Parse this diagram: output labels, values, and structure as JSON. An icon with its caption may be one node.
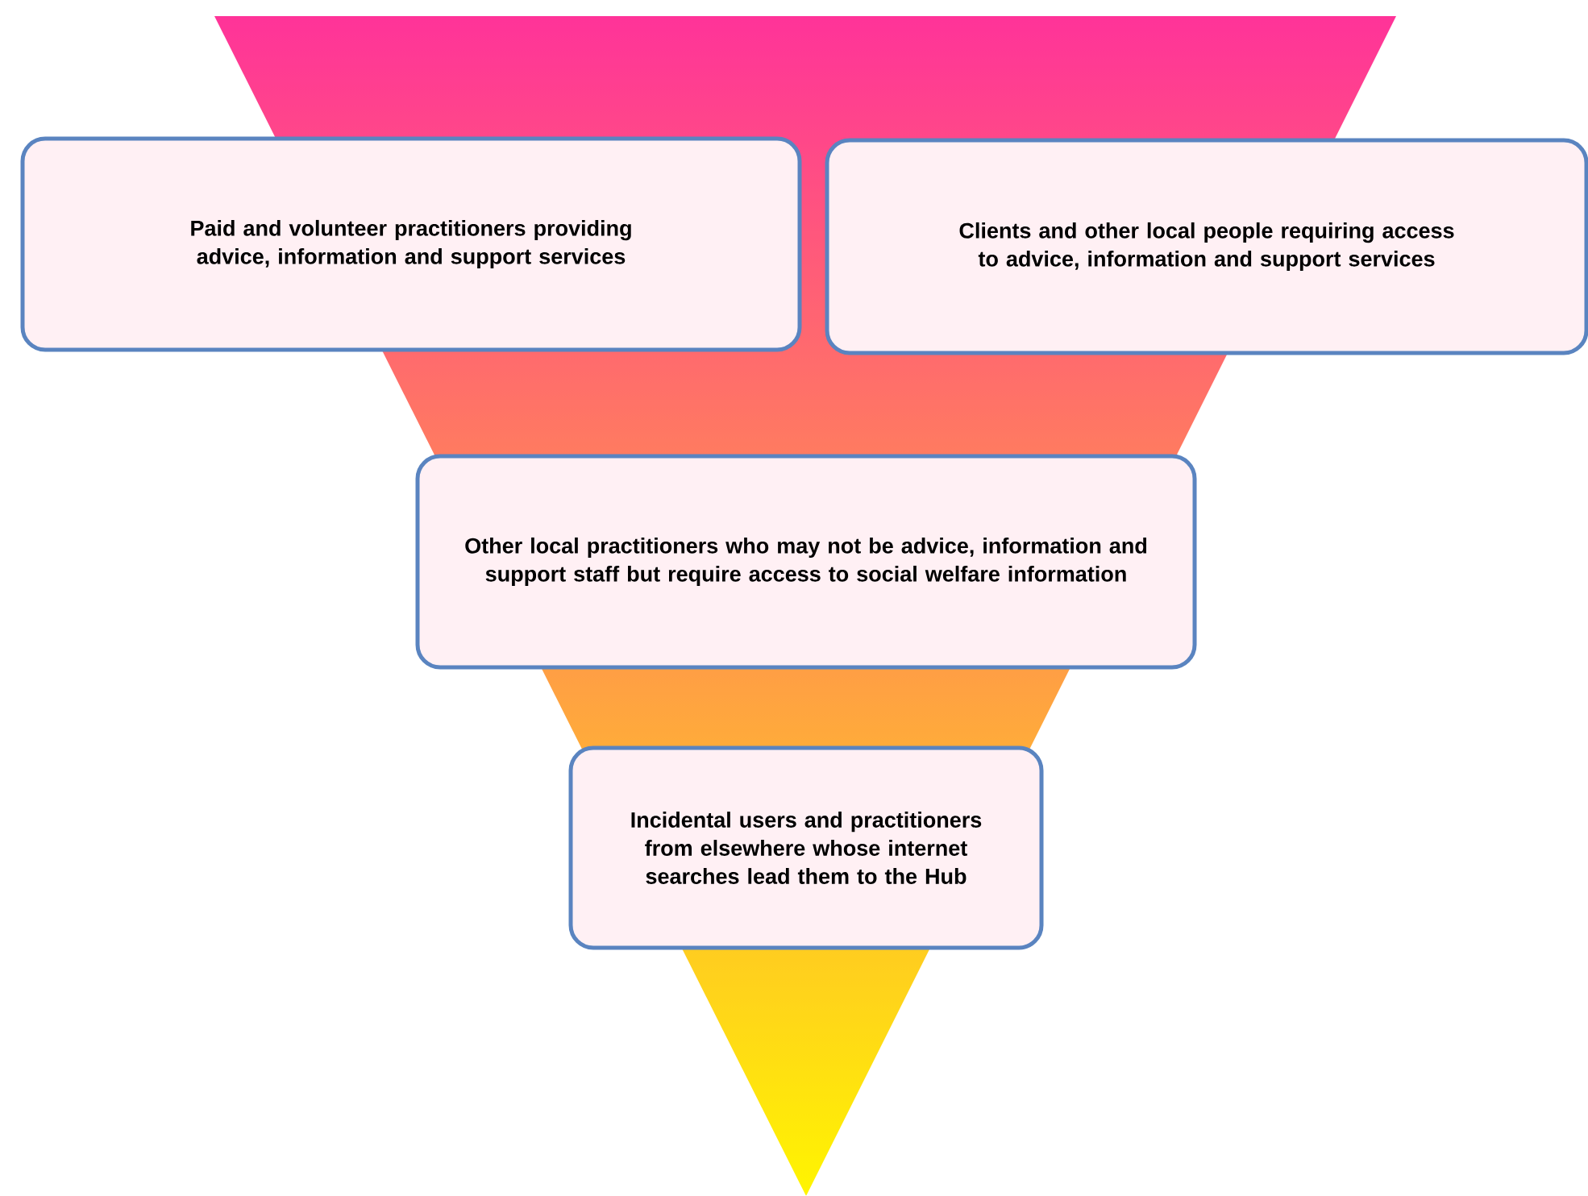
{
  "diagram": {
    "nodes": [
      {
        "text": [
          "Paid and volunteer practitioners providing advice, information and support services"
        ]
      },
      {
        "text": [
          "Clients and other local people requiring access to advice, information and support services"
        ]
      },
      {
        "text": [
          "Other local practitioners who may not be advice, information and support staff but require access to social welfare information"
        ]
      },
      {
        "text": [
          "Incidental users and practitioners from elsewhere whose internet searches lead them to the Hub"
        ]
      }
    ]
  }
}
